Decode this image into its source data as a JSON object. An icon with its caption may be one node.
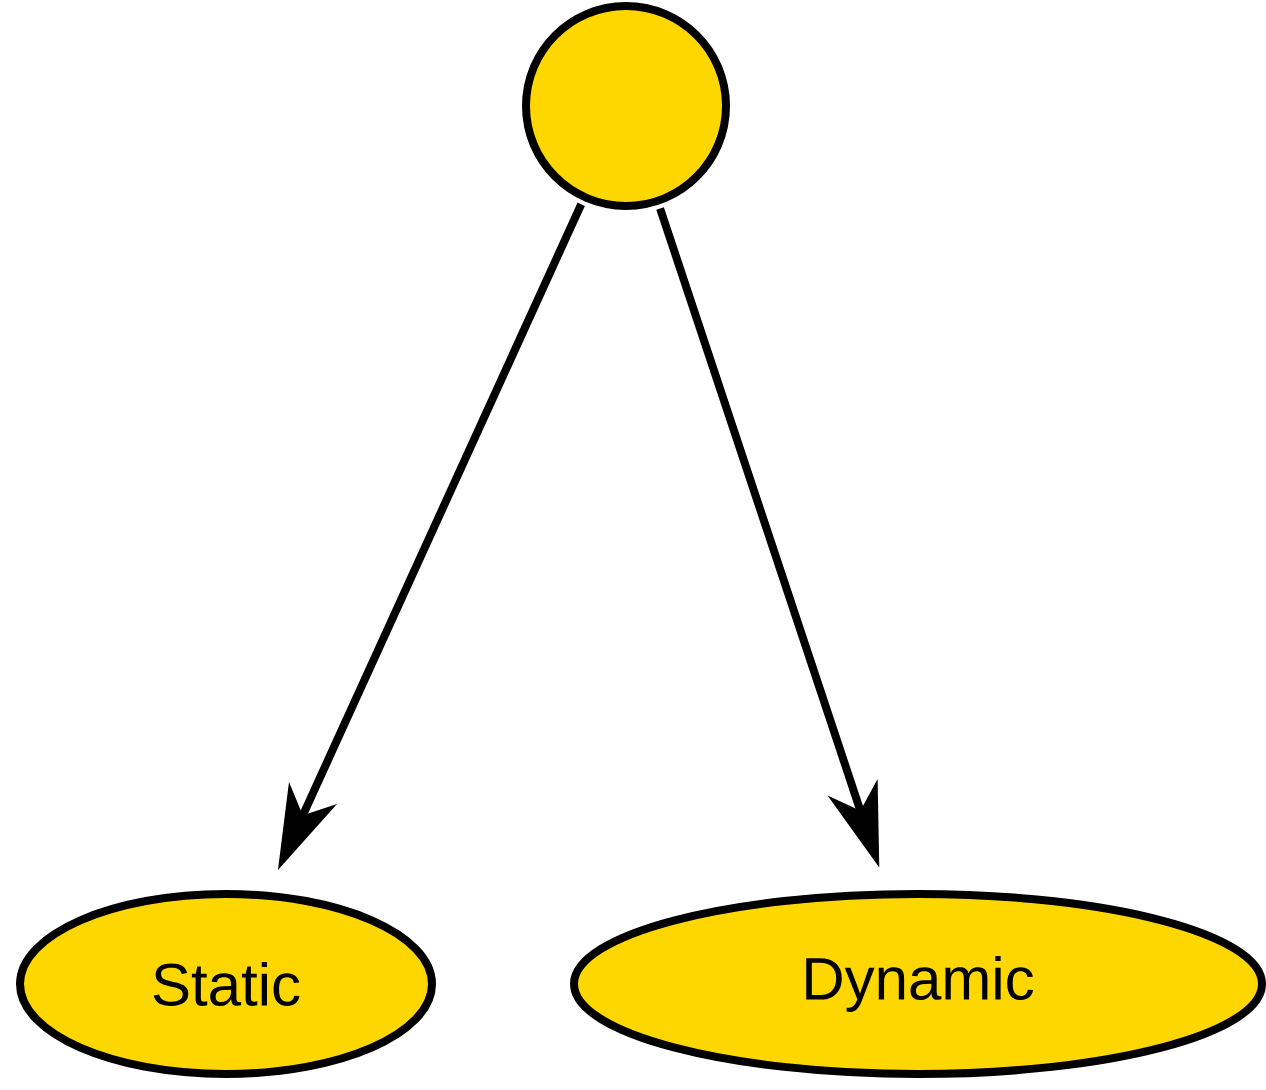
{
  "diagram": {
    "nodes": [
      {
        "text": [],
        "shape": "circle"
      },
      {
        "text": [
          "Static"
        ]
      },
      {
        "text": [
          "Dynamic"
        ]
      }
    ],
    "edges": [
      {
        "from": 0,
        "to": 1,
        "arrow": "to"
      },
      {
        "from": 0,
        "to": 2,
        "arrow": "to"
      }
    ]
  }
}
